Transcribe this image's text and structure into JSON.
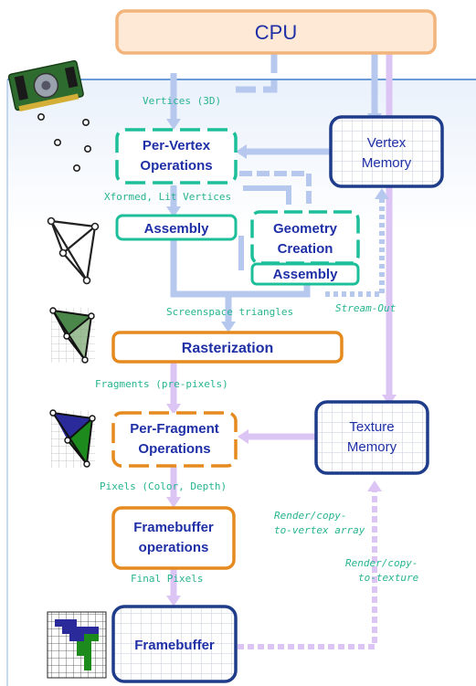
{
  "stages": {
    "cpu": "CPU",
    "per_vertex": [
      "Per-Vertex",
      "Operations"
    ],
    "assembly": "Assembly",
    "geometry_creation": [
      "Geometry",
      "Creation"
    ],
    "geometry_assembly": "Assembly",
    "rasterization": "Rasterization",
    "per_fragment": [
      "Per-Fragment",
      "Operations"
    ],
    "framebuffer_ops": [
      "Framebuffer",
      "operations"
    ],
    "framebuffer": "Framebuffer",
    "vertex_memory": [
      "Vertex",
      "Memory"
    ],
    "texture_memory": [
      "Texture",
      "Memory"
    ]
  },
  "labels": {
    "vertices_3d": "Vertices (3D)",
    "xformed_lit": "Xformed, Lit Vertices",
    "screenspace": "Screenspace triangles",
    "stream_out": "Stream-Out",
    "fragments": "Fragments (pre-pixels)",
    "pixels": "Pixels (Color, Depth)",
    "render_copy_vertex": [
      "Render/copy-",
      "to-vertex array"
    ],
    "render_copy_texture": [
      "Render/copy-",
      "to-texture"
    ],
    "final_pixels": "Final Pixels"
  },
  "colors": {
    "cpu_fill": "#fde9d6",
    "cpu_border": "#f2b47a",
    "teal": "#1dbf9a",
    "orange": "#e58a1f",
    "navy": "#1f3c8a",
    "text_blue": "#1f2fa6",
    "label_teal": "#26b48e",
    "flow_lavender": "#dcc4f5",
    "flow_gray_blue": "#b7c8ee",
    "grid": "#c5ccd8",
    "header_line": "#3a7fcc"
  }
}
